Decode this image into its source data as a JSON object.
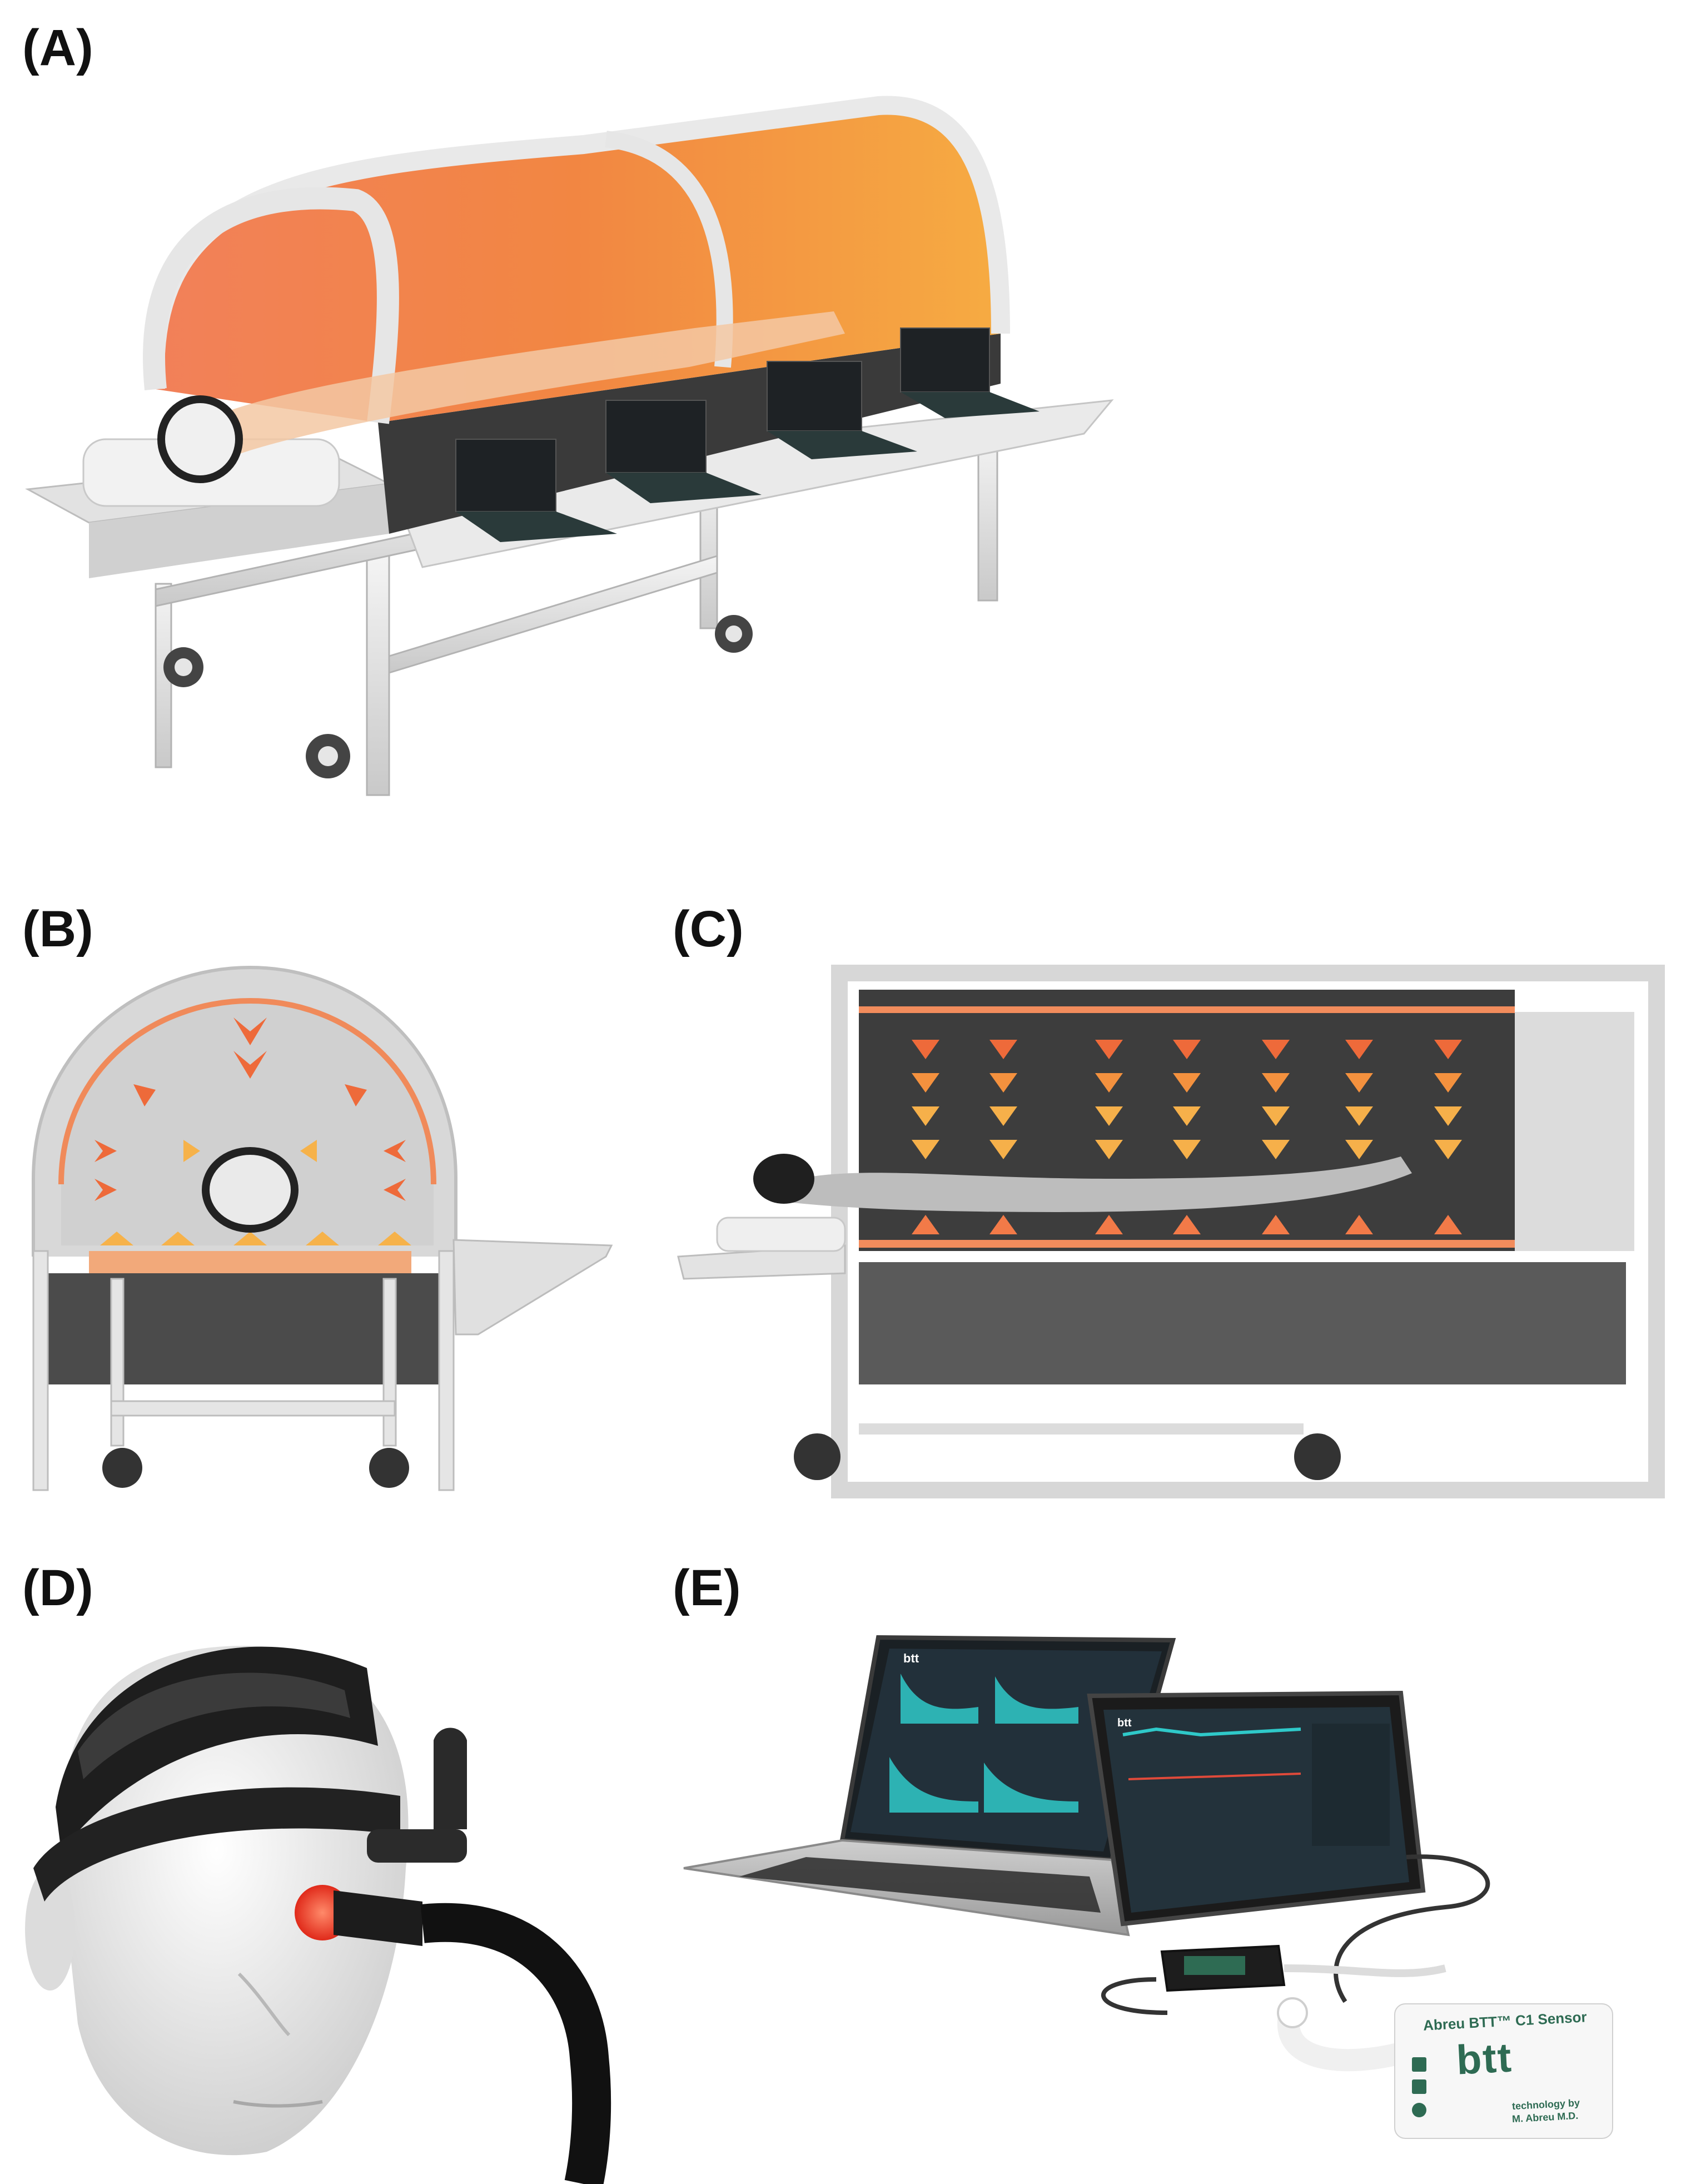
{
  "panels": {
    "a": {
      "label": "(A)"
    },
    "b": {
      "label": "(B)"
    },
    "c": {
      "label": "(C)"
    },
    "d": {
      "label": "(D)"
    },
    "e": {
      "label": "(E)"
    }
  },
  "sensor": {
    "title": "Abreu BTT™ C1 Sensor",
    "brand": "btt",
    "maker_line1": "technology by",
    "maker_line2": "M. Abreu M.D."
  },
  "screen_logo": "btt",
  "colors": {
    "heat_red": "#e8452a",
    "heat_orange": "#f39a3a",
    "heat_yellow": "#f7c451",
    "frame_gray": "#d9d9d9",
    "screen_dark": "#1f2a30",
    "screen_teal": "#2fc9c9",
    "sensor_green": "#2e6b53"
  }
}
